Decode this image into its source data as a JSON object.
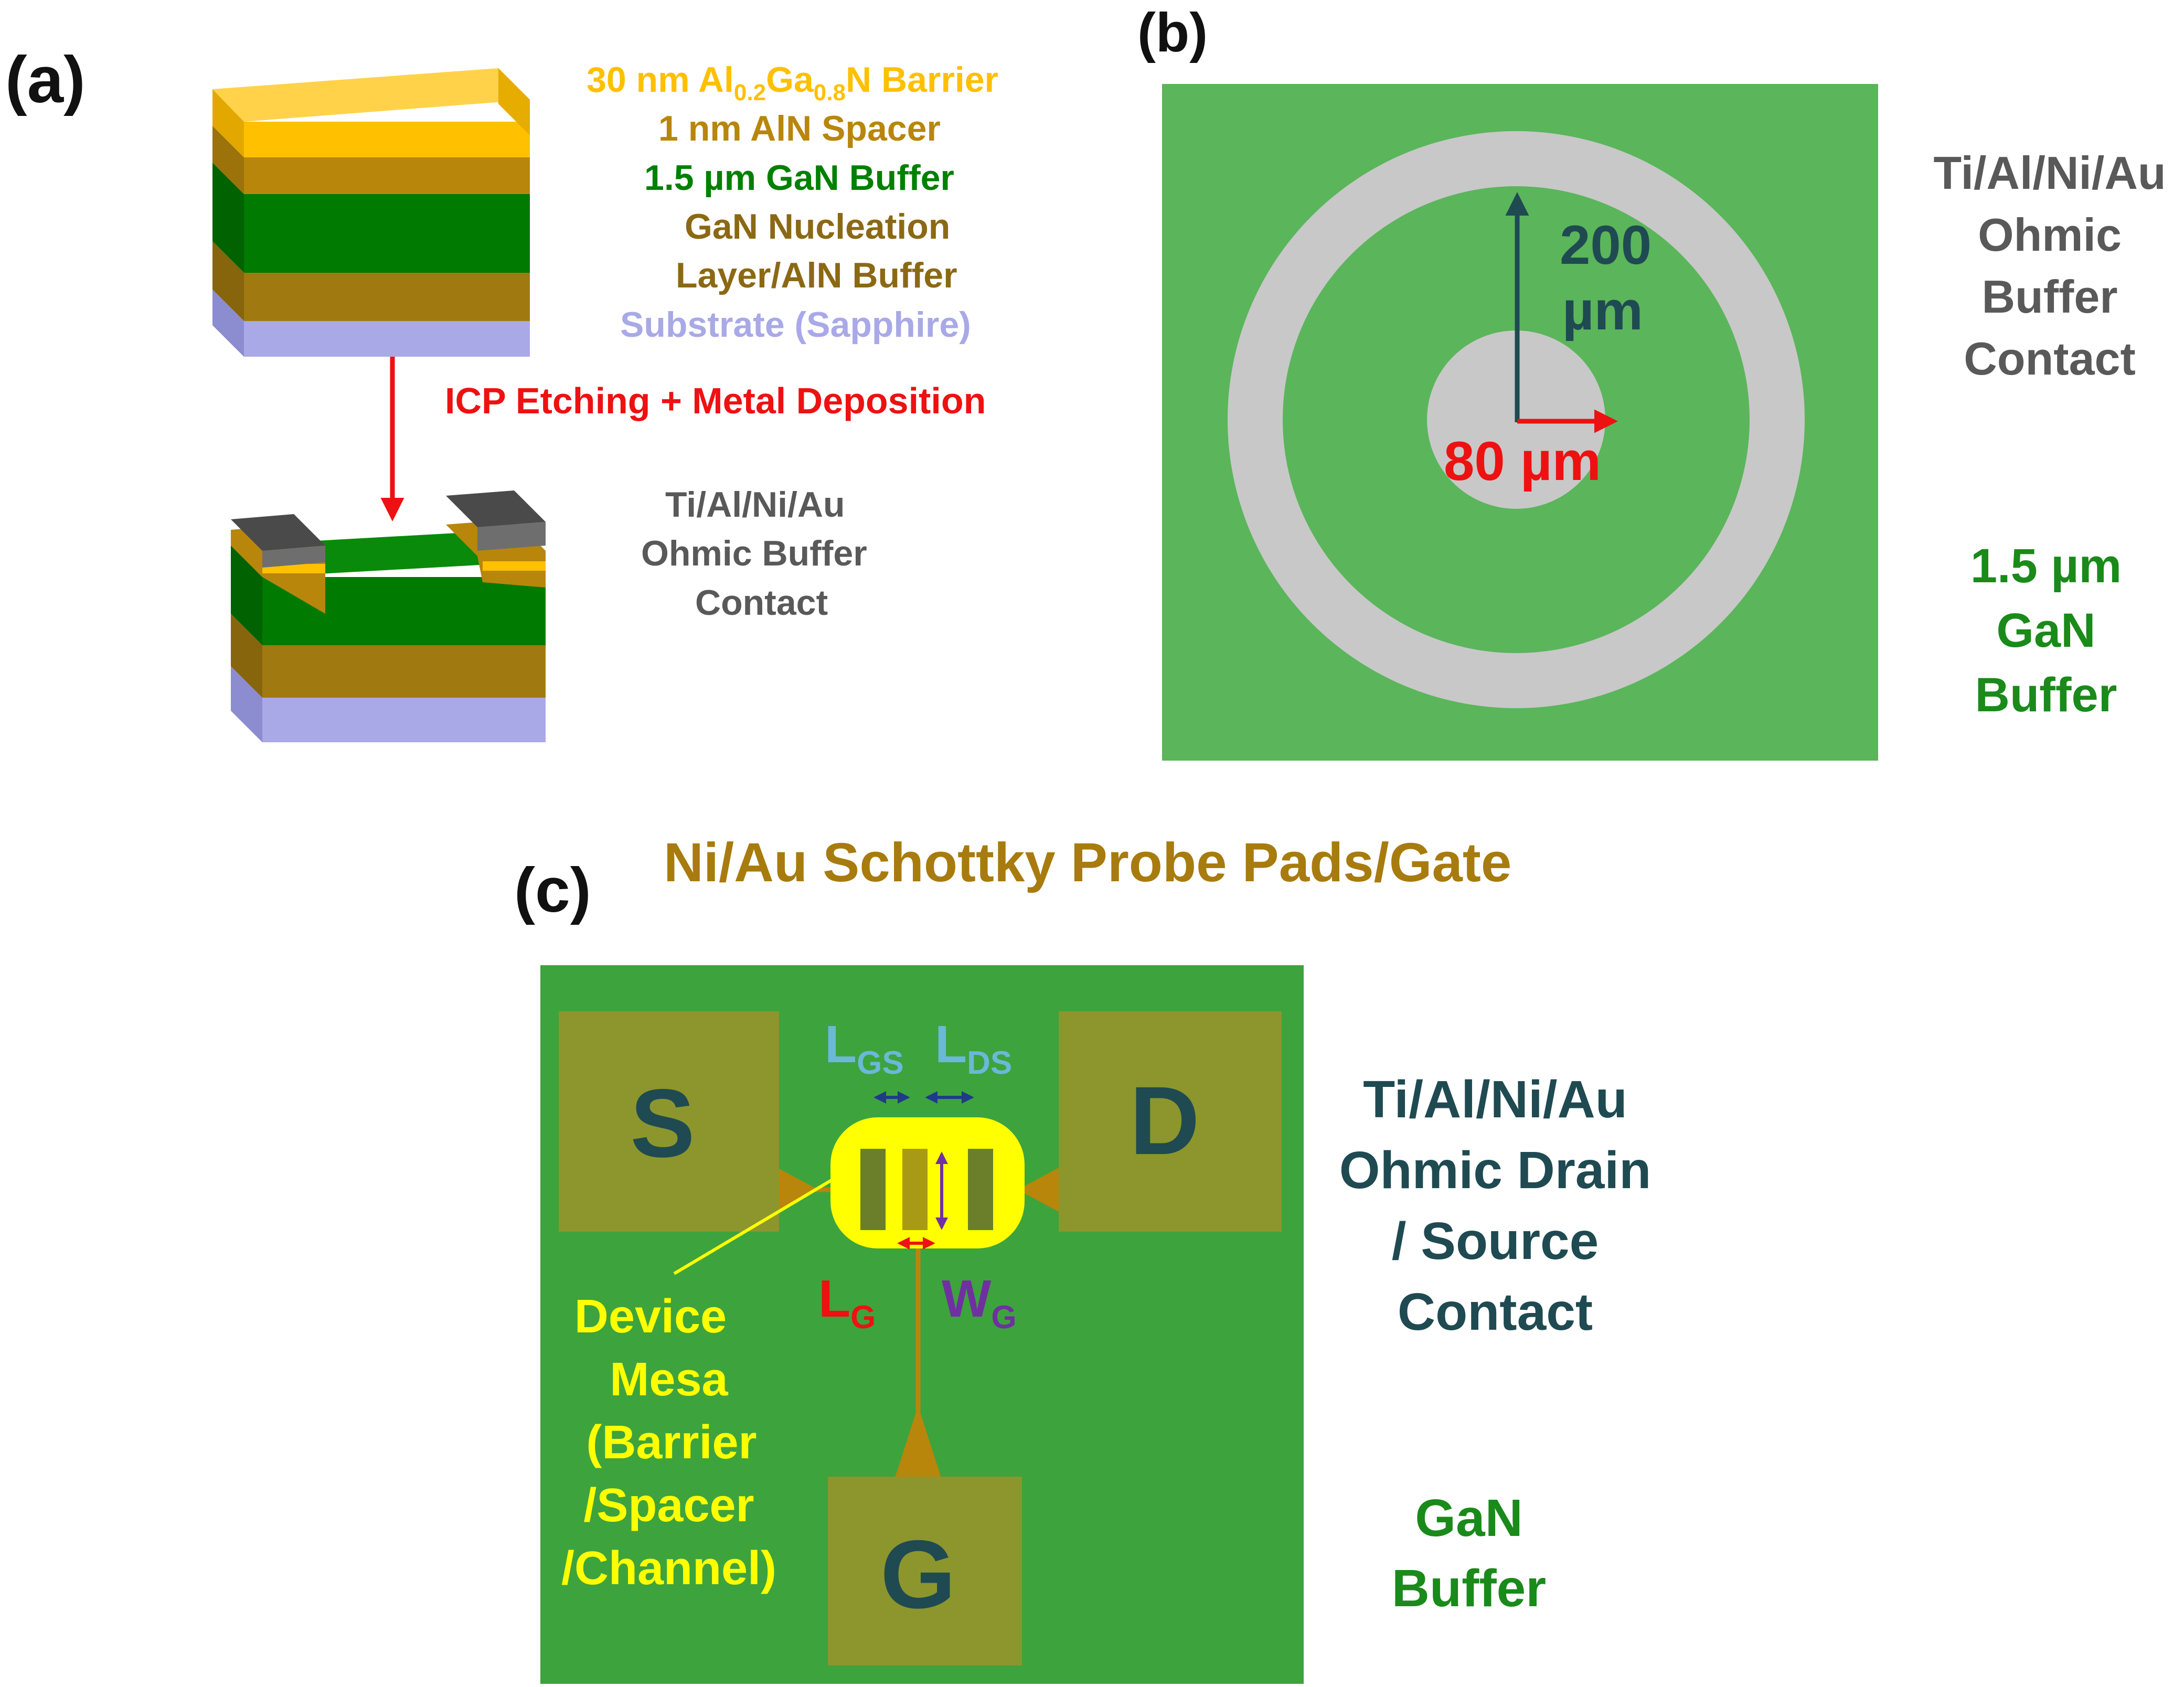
{
  "panel_a": {
    "label": "(a)",
    "layers": {
      "barrier_prefix": "30 nm Al",
      "barrier_sub1": "0.2",
      "barrier_mid": "Ga",
      "barrier_sub2": "0.8",
      "barrier_suffix": "N Barrier",
      "spacer": "1 nm AlN Spacer",
      "buffer": "1.5 µm GaN Buffer",
      "nucleation_line1": "GaN Nucleation",
      "nucleation_line2": "Layer/AlN Buffer",
      "substrate": "Substrate (Sapphire)"
    },
    "process_step": "ICP Etching + Metal Deposition",
    "contact_line1": "Ti/Al/Ni/Au",
    "contact_line2": "Ohmic Buffer",
    "contact_line3": "Contact"
  },
  "panel_b": {
    "label": "(b)",
    "radius_outer_label_line1": "200",
    "radius_outer_label_line2": "µm",
    "radius_inner_label": "80 µm",
    "contact_line1": "Ti/Al/Ni/Au",
    "contact_line2": "Ohmic",
    "contact_line3": "Buffer",
    "contact_line4": "Contact",
    "buffer_line1": "1.5 µm",
    "buffer_line2": "GaN",
    "buffer_line3": "Buffer"
  },
  "panel_c": {
    "label": "(c)",
    "title": "Ni/Au Schottky Probe Pads/Gate",
    "pad_source": "S",
    "pad_drain": "D",
    "pad_gate": "G",
    "lgs_main": "L",
    "lgs_sub": "GS",
    "lds_main": "L",
    "lds_sub": "DS",
    "lg_main": "L",
    "lg_sub": "G",
    "wg_main": "W",
    "wg_sub": "G",
    "mesa_line1": "Device",
    "mesa_line2": "Mesa",
    "mesa_line3": "(Barrier",
    "mesa_line4": "/Spacer",
    "mesa_line5": "/Channel)",
    "ohmic_line1": "Ti/Al/Ni/Au",
    "ohmic_line2": "Ohmic Drain",
    "ohmic_line3": "/ Source",
    "ohmic_line4": "Contact",
    "buffer_line1": "GaN",
    "buffer_line2": "Buffer"
  },
  "colors": {
    "barrier": "#FFC000",
    "spacer": "#B8860B",
    "gan": "#007A00",
    "nucleation": "#A07A10",
    "substrate": "#A9A9E8",
    "metal": "#5E5E5E",
    "arrow_red": "#EE1111",
    "panel_b_green": "#5BB55B",
    "panel_b_grey": "#C8C8C8",
    "panel_c_green": "#3DA33D",
    "pad_olive": "#8C962C",
    "mesa_yellow": "#FFFF00",
    "text_dark_slate": "#1F4A52",
    "text_grey": "#595959",
    "text_green": "#1A8A1A",
    "text_gold": "#A87B0E",
    "text_cyan": "#6BB8D8",
    "text_purple": "#7030A0"
  }
}
